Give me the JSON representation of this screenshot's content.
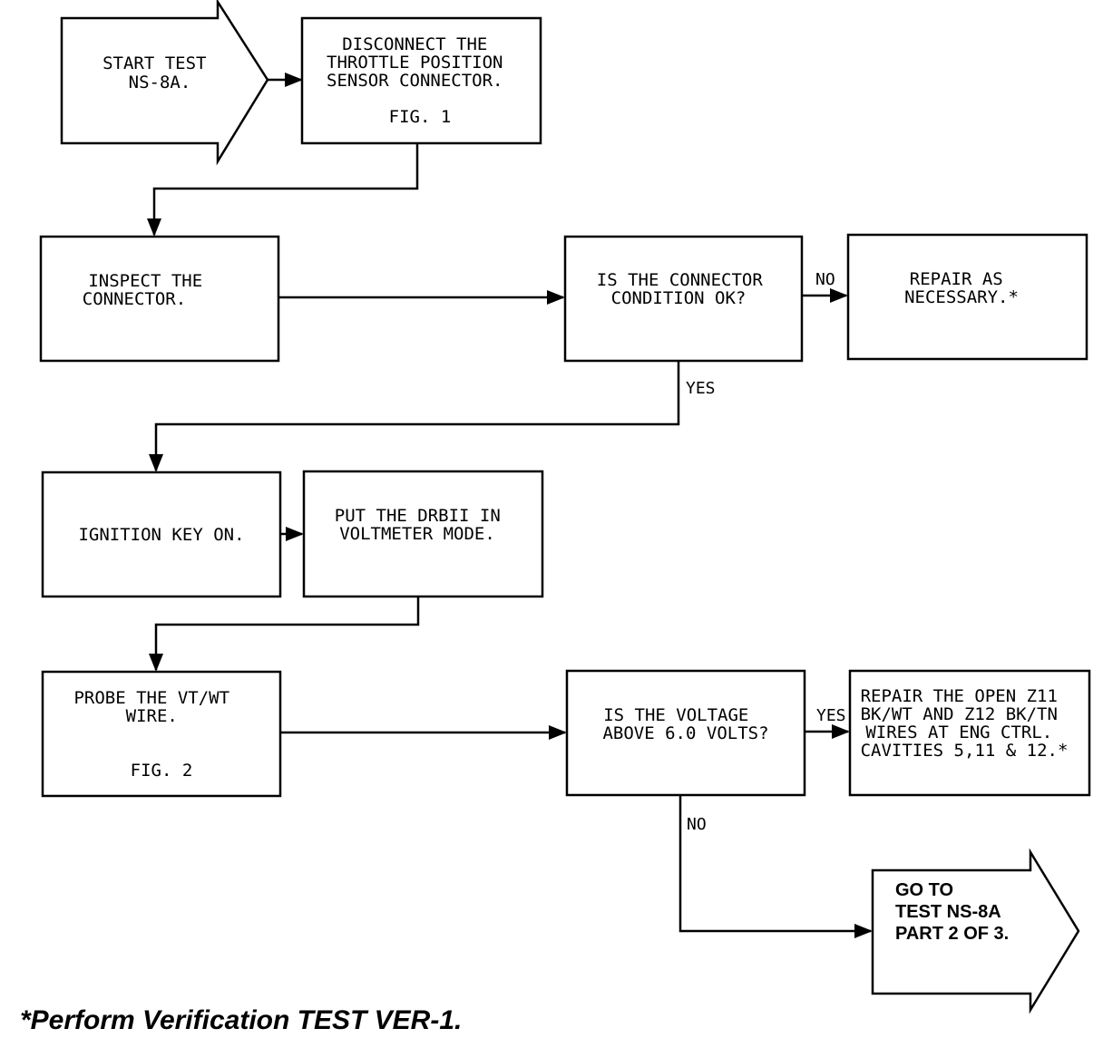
{
  "nodes": {
    "start": [
      "START TEST",
      "NS-8A."
    ],
    "disconnect": [
      "DISCONNECT THE",
      "THROTTLE POSITION",
      "SENSOR CONNECTOR.",
      "",
      "FIG. 1"
    ],
    "inspect": [
      "INSPECT THE",
      "CONNECTOR."
    ],
    "connector_ok": [
      "IS THE CONNECTOR",
      "CONDITION OK?"
    ],
    "repair_necessary": [
      "REPAIR AS",
      "NECESSARY.*"
    ],
    "ignition": [
      "IGNITION KEY ON."
    ],
    "drbii": [
      "PUT THE DRBII IN",
      "VOLTMETER MODE."
    ],
    "probe": [
      "PROBE THE VT/WT",
      "WIRE.",
      "",
      "",
      "FIG. 2"
    ],
    "voltage_check": [
      "IS THE VOLTAGE",
      "ABOVE 6.0 VOLTS?"
    ],
    "repair_open": [
      "REPAIR THE OPEN Z11",
      "BK/WT AND Z12 BK/TN",
      "WIRES AT ENG CTRL.",
      "CAVITIES 5,11 & 12.*"
    ],
    "goto": [
      "GO TO",
      "TEST NS-8A",
      "PART 2 OF 3."
    ]
  },
  "edge_labels": {
    "connector_no": "NO",
    "connector_yes": "YES",
    "voltage_yes": "YES",
    "voltage_no": "NO"
  },
  "footnote": "*Perform Verification TEST VER-1."
}
